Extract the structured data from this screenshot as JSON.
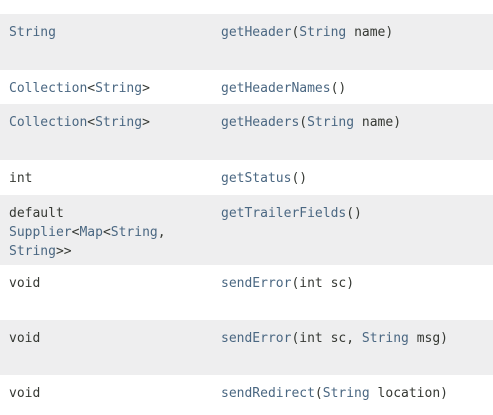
{
  "rows": [
    {
      "shade": true,
      "height": 56,
      "type_lines": [
        [
          {
            "t": "String",
            "link": true
          }
        ]
      ],
      "method": {
        "name": "getHeader",
        "params": [
          {
            "t": "(",
            "link": false
          },
          {
            "t": "String",
            "link": true
          },
          {
            "t": " name)",
            "link": false
          }
        ]
      }
    },
    {
      "shade": false,
      "height": 34,
      "type_lines": [
        [
          {
            "t": "Collection",
            "link": true
          },
          {
            "t": "<",
            "link": false
          },
          {
            "t": "String",
            "link": true
          },
          {
            "t": ">",
            "link": false
          }
        ]
      ],
      "method": {
        "name": "getHeaderNames",
        "params": [
          {
            "t": "()",
            "link": false
          }
        ]
      }
    },
    {
      "shade": true,
      "height": 56,
      "type_lines": [
        [
          {
            "t": "Collection",
            "link": true
          },
          {
            "t": "<",
            "link": false
          },
          {
            "t": "String",
            "link": true
          },
          {
            "t": ">",
            "link": false
          }
        ]
      ],
      "method": {
        "name": "getHeaders",
        "params": [
          {
            "t": "(",
            "link": false
          },
          {
            "t": "String",
            "link": true
          },
          {
            "t": " name)",
            "link": false
          }
        ]
      }
    },
    {
      "shade": false,
      "height": 35,
      "type_lines": [
        [
          {
            "t": "int",
            "link": false
          }
        ]
      ],
      "method": {
        "name": "getStatus",
        "params": [
          {
            "t": "()",
            "link": false
          }
        ]
      }
    },
    {
      "shade": true,
      "height": 70,
      "type_lines": [
        [
          {
            "t": "default",
            "link": false
          }
        ],
        [
          {
            "t": "Supplier",
            "link": true
          },
          {
            "t": "<",
            "link": false
          },
          {
            "t": "Map",
            "link": true
          },
          {
            "t": "<",
            "link": false
          },
          {
            "t": "String",
            "link": true
          },
          {
            "t": ",",
            "link": false
          }
        ],
        [
          {
            "t": "String",
            "link": true
          },
          {
            "t": ">>",
            "link": false
          }
        ]
      ],
      "method": {
        "name": "getTrailerFields",
        "params": [
          {
            "t": "()",
            "link": false
          }
        ]
      }
    },
    {
      "shade": false,
      "height": 55,
      "type_lines": [
        [
          {
            "t": "void",
            "link": false
          }
        ]
      ],
      "method": {
        "name": "sendError",
        "params": [
          {
            "t": "(int sc)",
            "link": false
          }
        ]
      }
    },
    {
      "shade": true,
      "height": 55,
      "type_lines": [
        [
          {
            "t": "void",
            "link": false
          }
        ]
      ],
      "method": {
        "name": "sendError",
        "params": [
          {
            "t": "(int sc, ",
            "link": false
          },
          {
            "t": "String",
            "link": true
          },
          {
            "t": " msg)",
            "link": false
          }
        ]
      }
    },
    {
      "shade": false,
      "height": 40,
      "type_lines": [
        [
          {
            "t": "void",
            "link": false
          }
        ]
      ],
      "method": {
        "name": "sendRedirect",
        "params": [
          {
            "t": "(",
            "link": false
          },
          {
            "t": "String",
            "link": true
          },
          {
            "t": " location)",
            "link": false
          }
        ]
      }
    }
  ]
}
